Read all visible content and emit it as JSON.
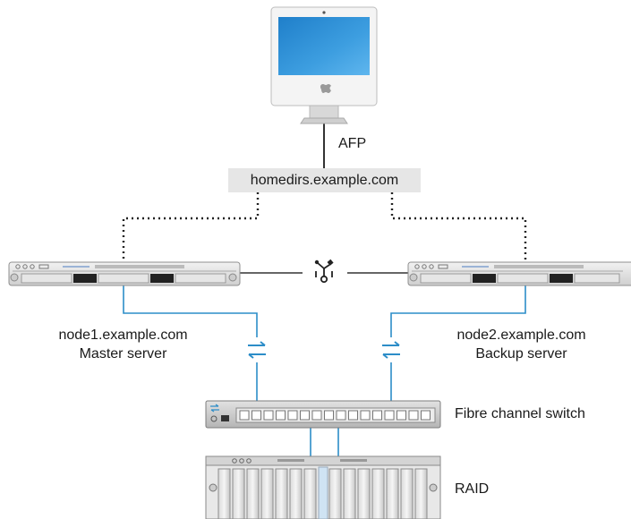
{
  "labels": {
    "protocol": "AFP",
    "service_host": "homedirs.example.com",
    "node1_host": "node1.example.com",
    "node1_role": "Master server",
    "node2_host": "node2.example.com",
    "node2_role": "Backup server",
    "switch": "Fibre channel switch",
    "storage": "RAID"
  },
  "icons": {
    "computer": "imac-icon",
    "firewire": "firewire-icon",
    "fibre_channel": "fibre-channel-icon",
    "server": "xserve-icon",
    "switch": "fibre-channel-switch-icon",
    "raid": "raid-array-icon"
  },
  "colors": {
    "fibre_link": "#2c8dc8",
    "network_link": "#333333",
    "label_box": "#e6e6e6",
    "screen": "#2d8fd6"
  }
}
